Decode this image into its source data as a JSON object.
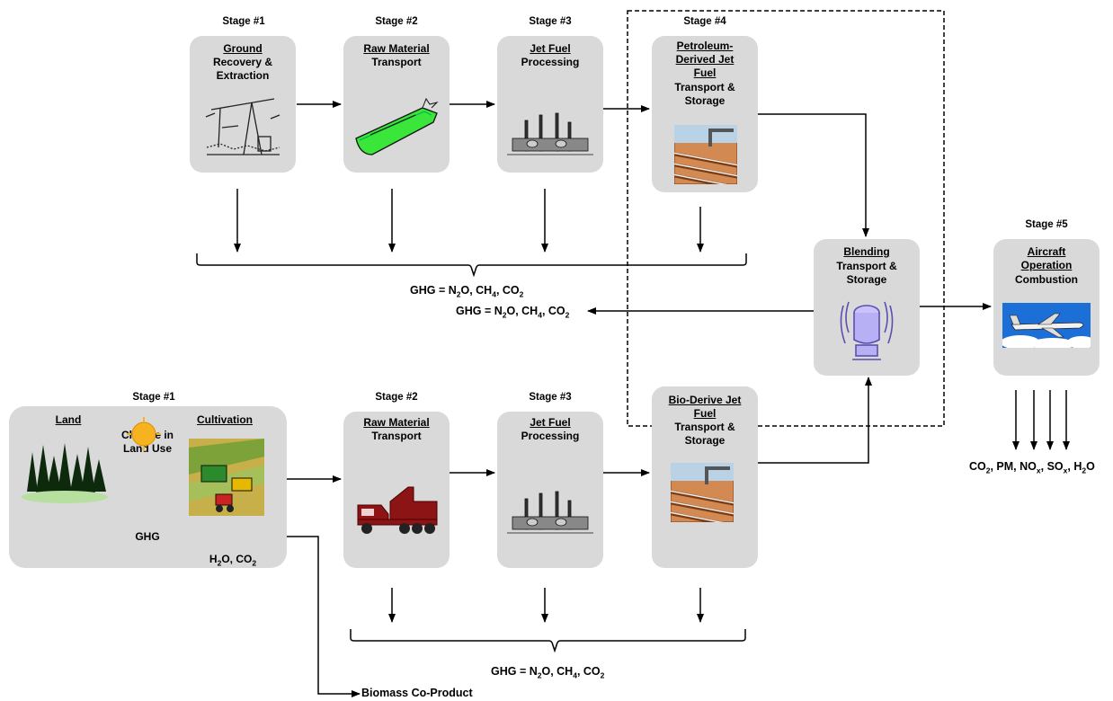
{
  "top_chain": [
    {
      "stage": "Stage #1",
      "title": "Ground",
      "body": "Recovery &\nExtraction",
      "icon": "oil-pump-icon"
    },
    {
      "stage": "Stage #2",
      "title": "Raw Material",
      "body": "Transport",
      "icon": "tanker-ship-icon"
    },
    {
      "stage": "Stage #3",
      "title": "Jet Fuel",
      "body": "Processing",
      "icon": "refinery-icon"
    },
    {
      "stage": "Stage #4",
      "title": "Petroleum-\nDerived Jet\nFuel",
      "body": "Transport &\nStorage",
      "icon": "pipeline-icon"
    }
  ],
  "bottom_chain": [
    {
      "stage": "Stage #1",
      "land": "Land",
      "change": "Change in\nLand Use",
      "ghg": "GHG",
      "cultivation": "Cultivation",
      "inputs": "H2O, CO2"
    },
    {
      "stage": "Stage #2",
      "title": "Raw Material",
      "body": "Transport",
      "icon": "truck-icon"
    },
    {
      "stage": "Stage #3",
      "title": "Jet Fuel",
      "body": "Processing",
      "icon": "refinery-icon"
    },
    {
      "stage": "",
      "title": "Bio-Derive Jet\nFuel",
      "body": "Transport &\nStorage",
      "icon": "pipeline-icon"
    }
  ],
  "blending": {
    "title": "Blending",
    "body": "Transport &\nStorage",
    "icon": "fuel-tank-icon"
  },
  "aircraft": {
    "stage": "Stage #5",
    "title": "Aircraft\nOperation",
    "body": "Combustion",
    "icon": "airplane-icon"
  },
  "ghg_label": "GHG = N2O, CH4, CO2",
  "emissions": "CO2, PM, NOx, SOx, H2O",
  "coproduct": "Biomass Co-Product"
}
